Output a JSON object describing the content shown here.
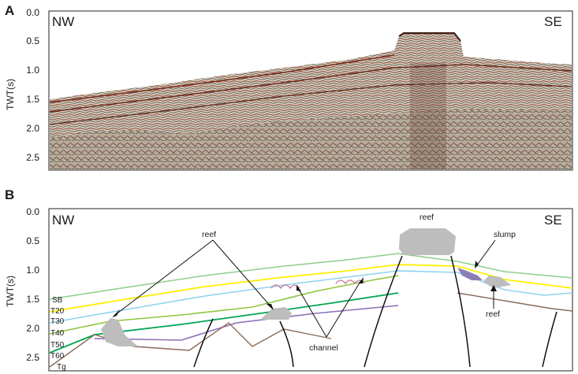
{
  "panelA": {
    "letter": "A",
    "ylabel": "TWT(s)",
    "ticks": [
      "0.0",
      "0.5",
      "1.0",
      "1.5",
      "2.0",
      "2.5"
    ],
    "left_dir": "NW",
    "right_dir": "SE"
  },
  "panelB": {
    "letter": "B",
    "ylabel": "TWT(s)",
    "ticks": [
      "0.0",
      "0.5",
      "1.0",
      "1.5",
      "2.0",
      "2.5"
    ],
    "left_dir": "NW",
    "right_dir": "SE",
    "horizons": [
      {
        "label": "SB",
        "color": "#8fce8f"
      },
      {
        "label": "T20",
        "color": "#ffee00"
      },
      {
        "label": "T30",
        "color": "#8fd3f0"
      },
      {
        "label": "T40",
        "color": "#8dc63f"
      },
      {
        "label": "T50",
        "color": "#00a651"
      },
      {
        "label": "T60",
        "color": "#8a6fb5"
      },
      {
        "label": "Tg",
        "color": "#8c6a58"
      }
    ],
    "annotations": {
      "reef_left": "reef",
      "reef_top": "reef",
      "slump": "slump",
      "reef_right": "reef",
      "channel": "channel"
    },
    "colors": {
      "body_fill": "#bdbdbd",
      "slump_fill": "#8c7fb6",
      "channel_stroke": "#c9759a"
    }
  }
}
